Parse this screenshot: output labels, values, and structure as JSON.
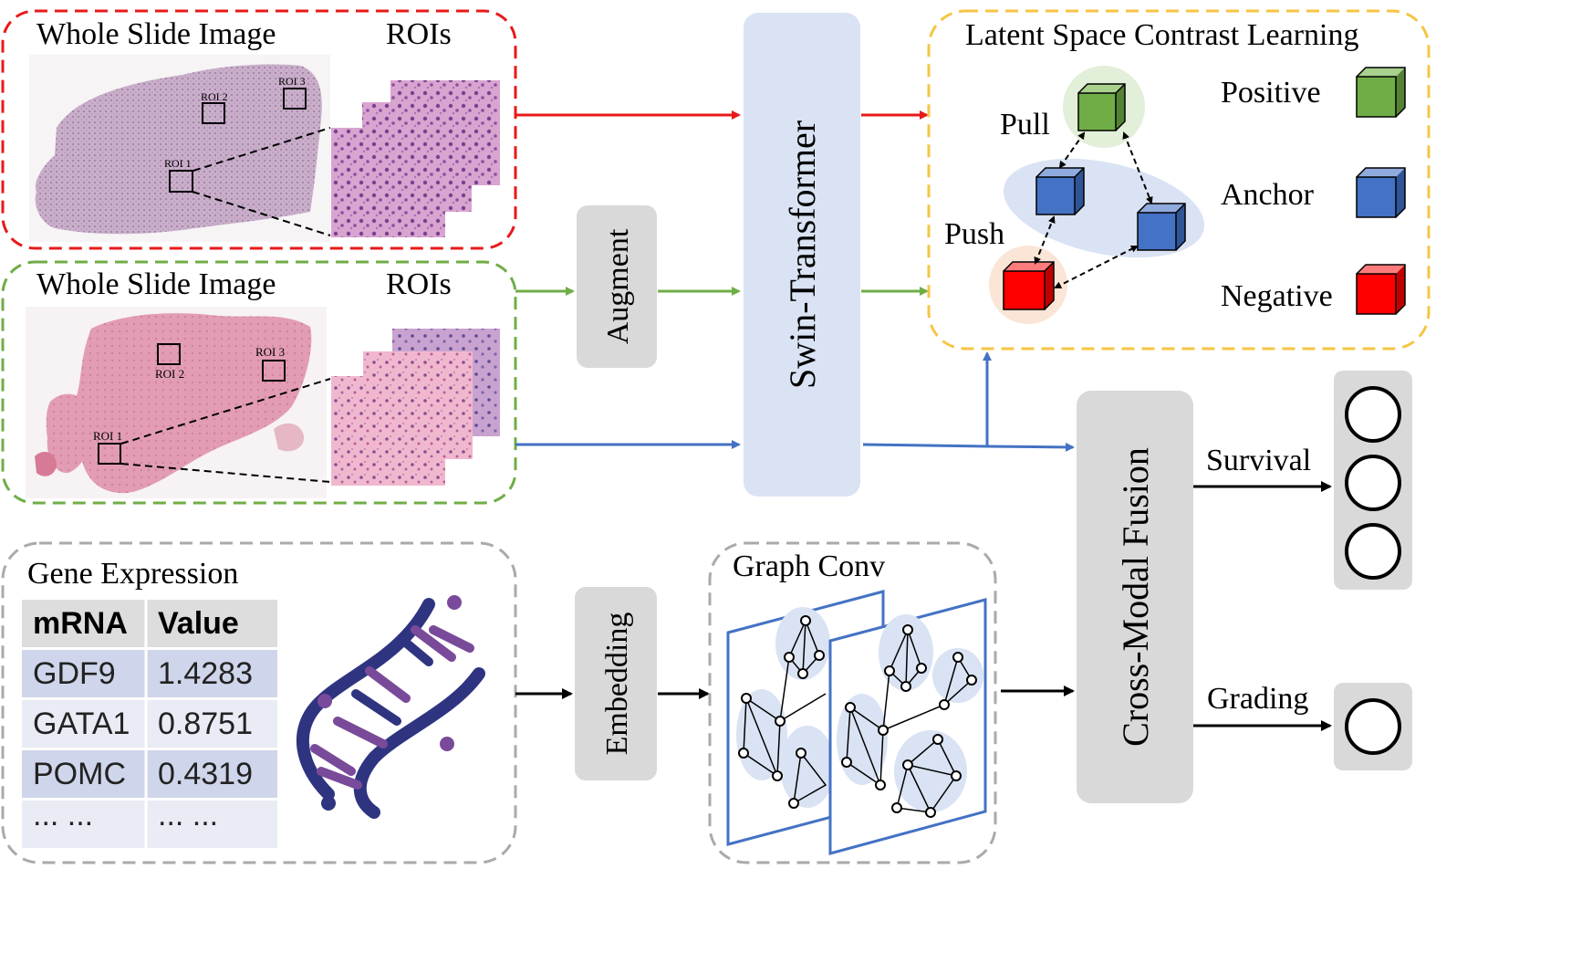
{
  "wsi_panel_top": {
    "title": "Whole Slide Image",
    "rois_title": "ROIs",
    "roi_labels": [
      "ROI 1",
      "ROI 2",
      "ROI 3"
    ]
  },
  "wsi_panel_bottom": {
    "title": "Whole Slide Image",
    "rois_title": "ROIs",
    "roi_labels": [
      "ROI 1",
      "ROI 2",
      "ROI 3"
    ]
  },
  "augment": {
    "label": "Augment"
  },
  "swin": {
    "label": "Swin-Transformer"
  },
  "contrast": {
    "title": "Latent Space Contrast Learning",
    "pull": "Pull",
    "push": "Push",
    "legend": {
      "positive": "Positive",
      "anchor": "Anchor",
      "negative": "Negative"
    }
  },
  "gene": {
    "title": "Gene Expression",
    "headers": [
      "mRNA",
      "Value"
    ],
    "rows": [
      [
        "GDF9",
        "1.4283"
      ],
      [
        "GATA1",
        "0.8751"
      ],
      [
        "POMC",
        "0.4319"
      ],
      [
        "... ...",
        "... ..."
      ]
    ]
  },
  "embedding": {
    "label": "Embedding"
  },
  "graph_conv": {
    "title": "Graph Conv"
  },
  "fusion": {
    "label": "Cross-Modal Fusion"
  },
  "outputs": {
    "survival": "Survival",
    "grading": "Grading"
  },
  "colors": {
    "red_path": "#e8191a",
    "green_path": "#70ad47",
    "blue_path": "#4472c4",
    "panel_gray": "#d9d9d9",
    "swin_fill": "#dae3f3",
    "contrast_border": "#f6c544",
    "positive": "#70ad47",
    "anchor": "#4472c4",
    "negative": "#ff0000"
  }
}
